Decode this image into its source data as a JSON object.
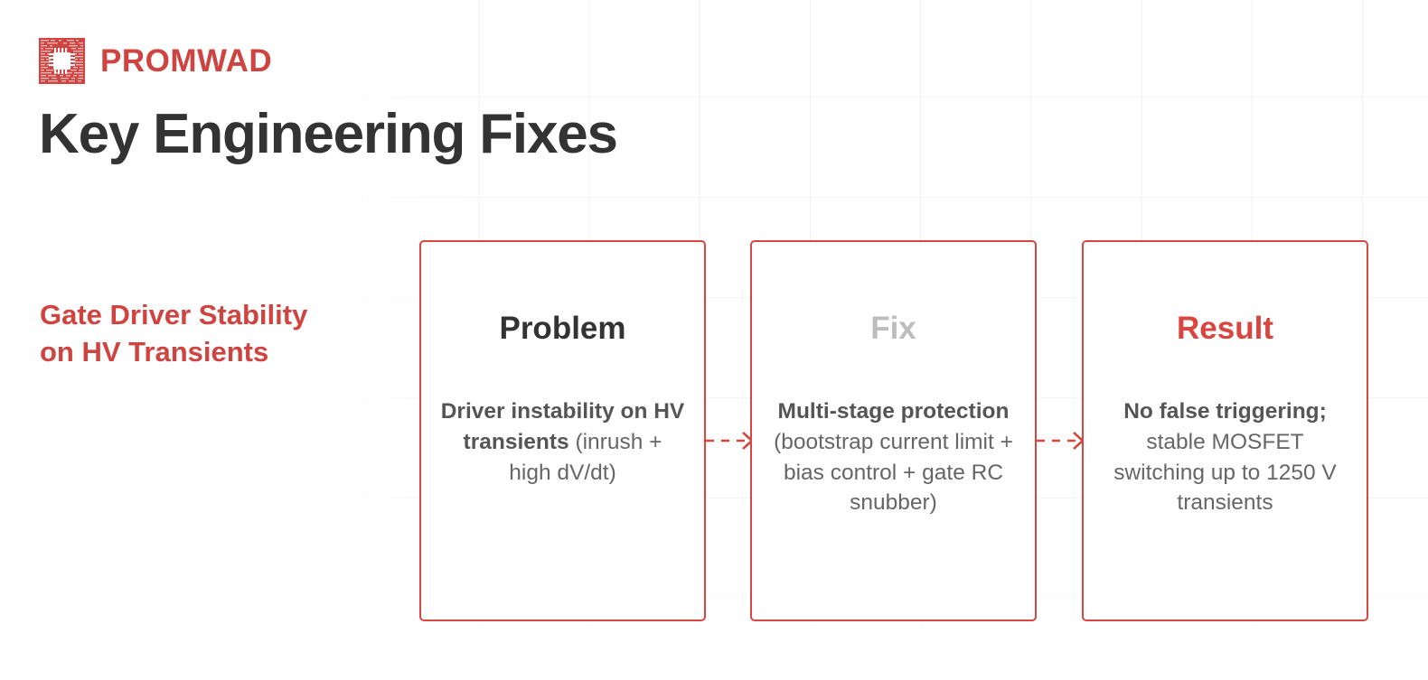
{
  "brand": {
    "name": "PROMWAD",
    "logo_icon": "promwad-chip-logo",
    "accent_color": "#CF4440"
  },
  "page": {
    "title": "Key Engineering Fixes",
    "title_color": "#333333",
    "background": "#ffffff"
  },
  "row": {
    "label": "Gate Driver Stability on HV Transients",
    "label_color": "#CF4440"
  },
  "cards": [
    {
      "header": "Problem",
      "header_color": "#333333",
      "bold_text": "Driver instability on HV transients",
      "detail_text": "(inrush + high dV/dt)"
    },
    {
      "header": "Fix",
      "header_color": "#BDBDBD",
      "bold_text": "Multi-stage protection",
      "detail_text": "(bootstrap current limit + bias control + gate RC snubber)"
    },
    {
      "header": "Result",
      "header_color": "#D9453F",
      "bold_text": "No false triggering;",
      "detail_text": "stable MOSFET switching up to 1250 V transients"
    }
  ],
  "connectors": [
    {
      "icon": "dashed-arrow-right-icon",
      "color": "#D9453F",
      "from": "Problem",
      "to": "Fix"
    },
    {
      "icon": "dashed-arrow-right-icon",
      "color": "#D9453F",
      "from": "Fix",
      "to": "Result"
    }
  ]
}
